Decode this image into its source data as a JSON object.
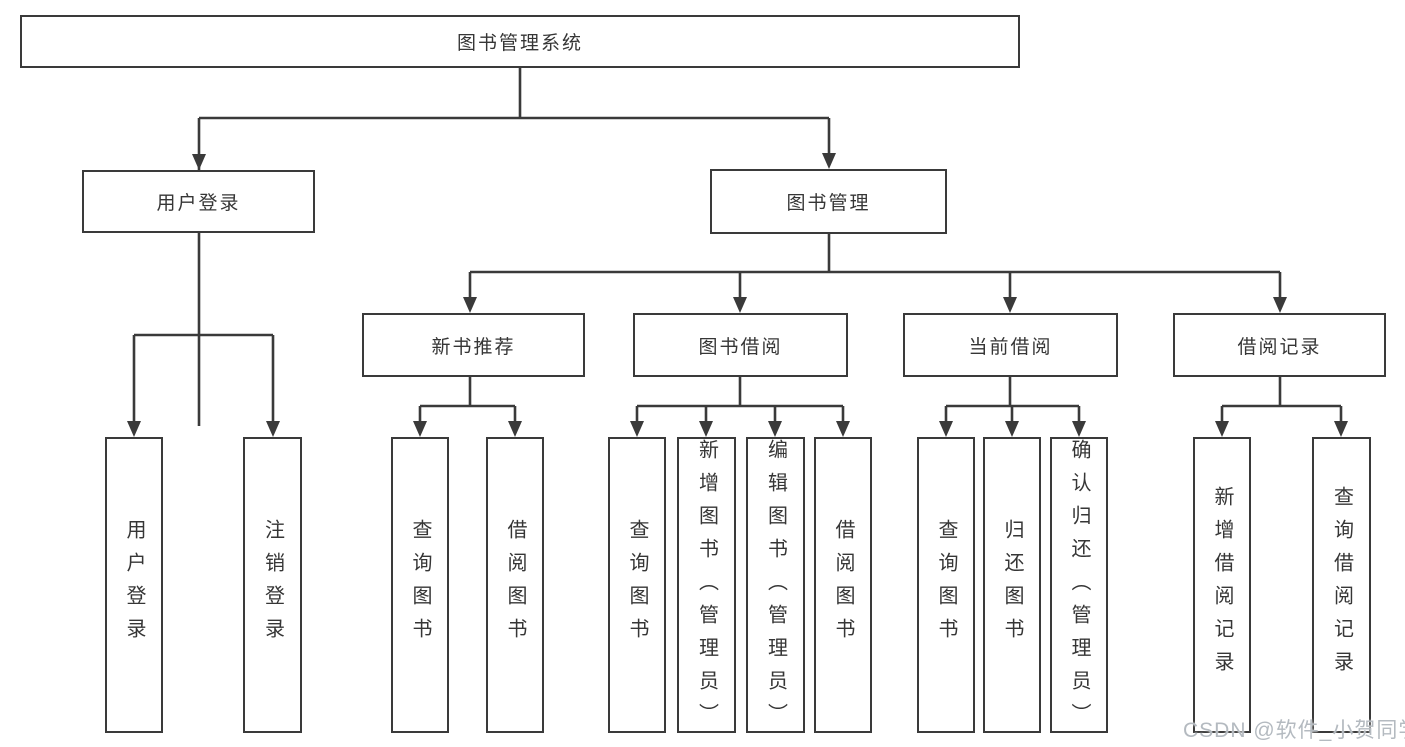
{
  "colors": {
    "line": "#3a3a3a",
    "box_border": "#3a3a3a",
    "text": "#363636",
    "watermark_text": "#b4bac0",
    "background": "#ffffff"
  },
  "nodes": {
    "root": "图书管理系统",
    "user_login": "用户登录",
    "book_management": "图书管理",
    "new_book_recommend": "新书推荐",
    "book_borrowing": "图书借阅",
    "current_borrowing": "当前借阅",
    "borrowing_records": "借阅记录",
    "leaf_user_login": "用户登录",
    "leaf_logout": "注销登录",
    "leaf_nbr_query_books": "查询图书",
    "leaf_nbr_borrow_books": "借阅图书",
    "leaf_bb_query_books": "查询图书",
    "leaf_bb_add_books": "新增图书（管理员）",
    "leaf_bb_edit_books": "编辑图书（管理员）",
    "leaf_bb_borrow_books": "借阅图书",
    "leaf_cb_query_books": "查询图书",
    "leaf_cb_return_books": "归还图书",
    "leaf_cb_confirm_return": "确认归还（管理员）",
    "leaf_br_add_record": "新增借阅记录",
    "leaf_br_query_record": "查询借阅记录"
  },
  "watermark": "CSDN @软件_小贺同学"
}
